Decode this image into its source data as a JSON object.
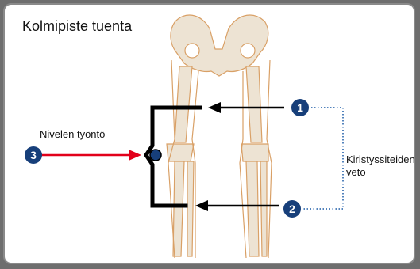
{
  "title": "Kolmipiste tuenta",
  "labels": {
    "joint_push": "Nivelen työntö",
    "tension_line1": "Kiristyssiteiden",
    "tension_line2": "veto"
  },
  "markers": [
    "1",
    "2",
    "3"
  ],
  "colors": {
    "bone": "#ede3d3",
    "bone_outline": "#d9a066",
    "marker_fill": "#173f7a",
    "push_arrow": "#e2001a",
    "bracket": "#000000",
    "dotted_link": "#1a5aa6"
  },
  "icons": [
    "pelvis-bone-icon",
    "leg-bones-icon",
    "joint-point-icon"
  ]
}
